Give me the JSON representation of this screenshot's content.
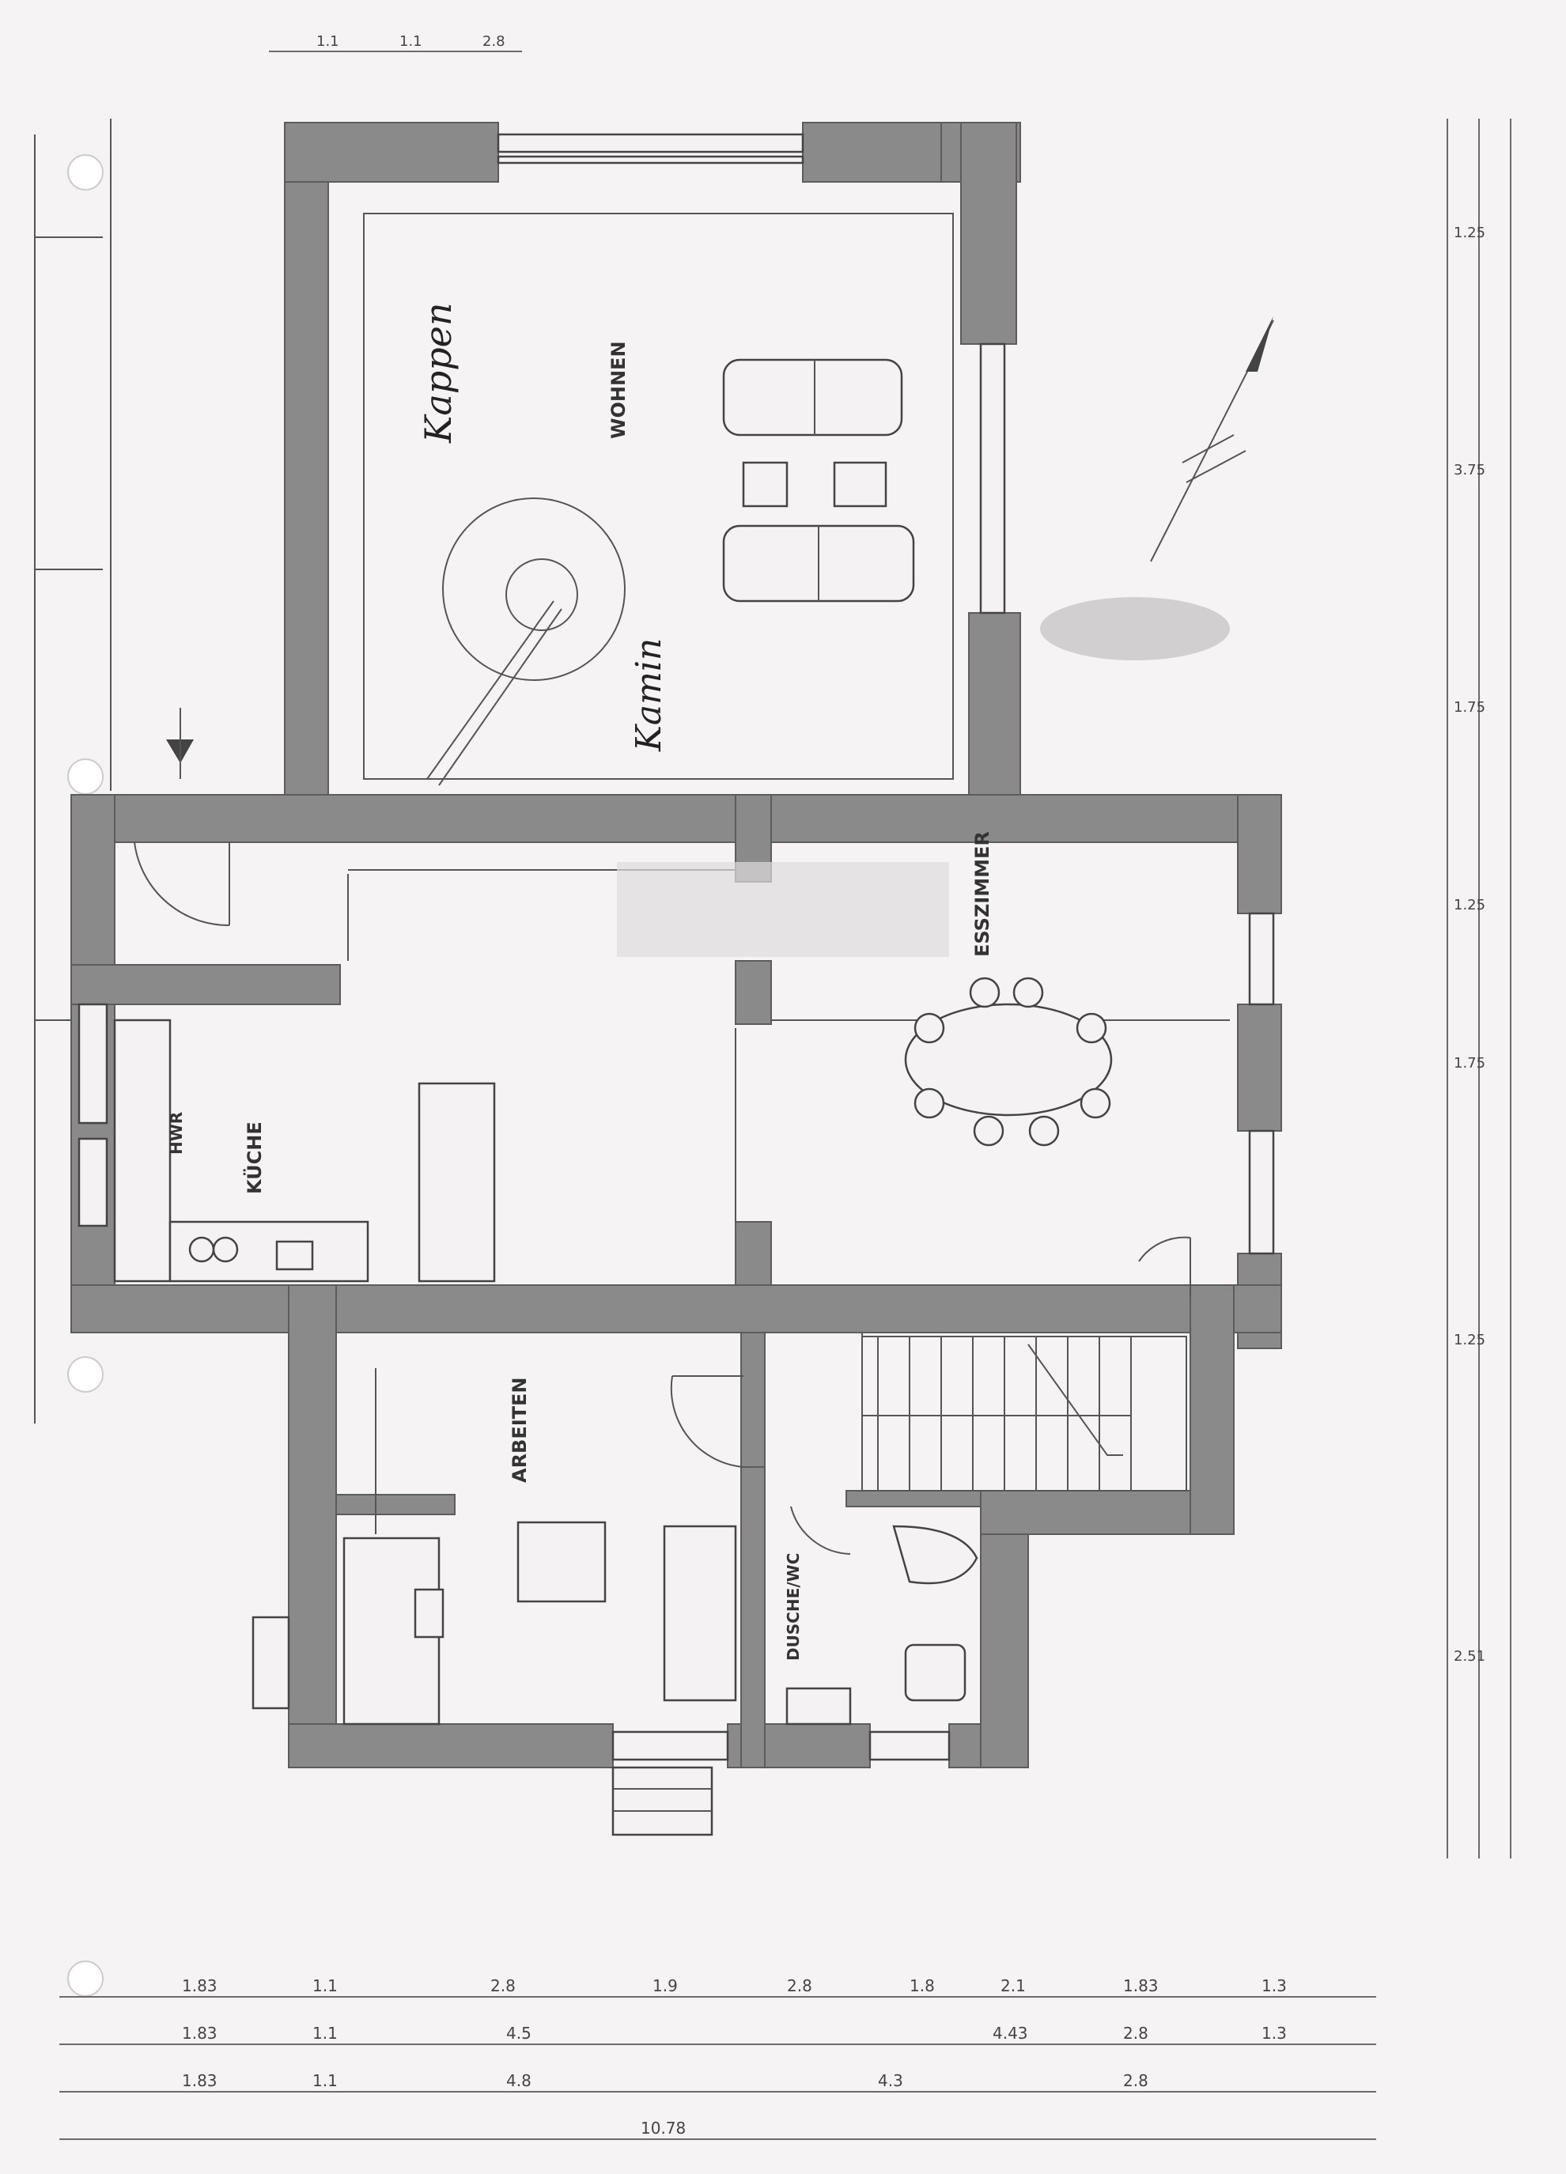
{
  "title": "",
  "rooms": {
    "living": {
      "name": "WOHNEN"
    },
    "dining": {
      "name": "ESSZIMMER"
    },
    "kitchen": {
      "name": "KÜCHE"
    },
    "office": {
      "name": "ARBEITEN"
    },
    "wc_shower": {
      "name": "DUSCHE/WC"
    },
    "utility": {
      "name": "HWR"
    }
  },
  "annotations": {
    "kappen": "Kappen",
    "kamin": "Kamin"
  },
  "dimensions": {
    "bottom_row_1": [
      "1.83",
      "1.1",
      "2.8",
      "1.9",
      "2.8",
      "1.8",
      "2.1",
      "1.83",
      "1.3"
    ],
    "bottom_row_2": [
      "1.83",
      "1.1",
      "4.5",
      "4.43",
      "2.8",
      "1.3"
    ],
    "bottom_row_3": [
      "1.83",
      "1.1",
      "4.8",
      "4.3",
      "2.8"
    ],
    "bottom_total": "10.78",
    "right_col": [
      "1.25",
      "3.75",
      "1.75",
      "1.25",
      "1.75",
      "1.25",
      "2.51"
    ],
    "top_marks": [
      "1.1",
      "1.1",
      "2.8"
    ]
  },
  "colors": {
    "paper": "#f6f3f5",
    "wall": "#8a8a8a",
    "ink": "#333333"
  }
}
